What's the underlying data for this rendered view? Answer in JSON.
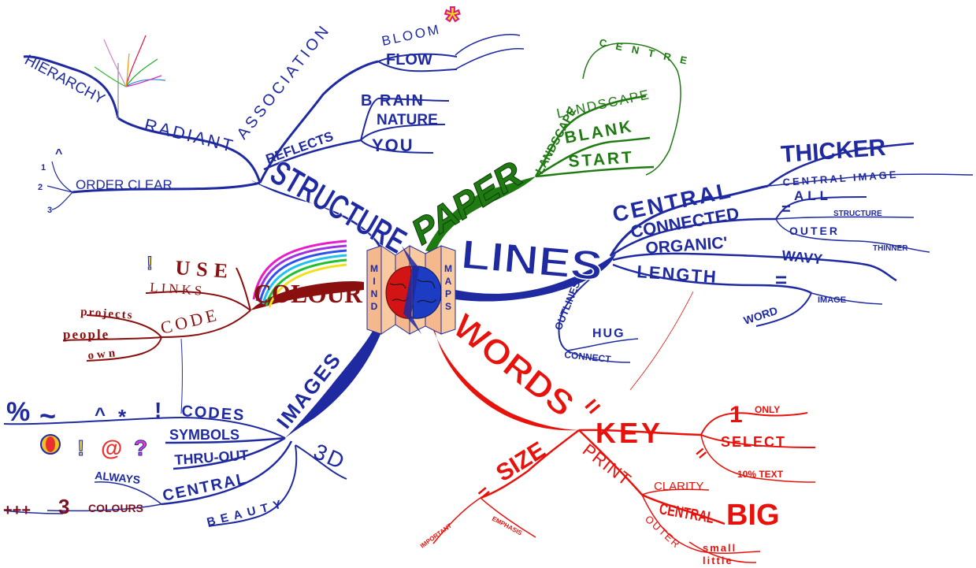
{
  "colors": {
    "structure": "#1f2aa0",
    "paper": "#1f7a12",
    "lines": "#1f2aa0",
    "words": "#e8120c",
    "images": "#1f2aa0",
    "colour": "#8a1010",
    "center_orange": "#f4b88c",
    "brain_red": "#d21414",
    "brain_blue": "#1c3cc4"
  },
  "center": {
    "left_label": "MIND",
    "right_label": "MAPS"
  },
  "structure": {
    "title": "STRUCTURE",
    "association": "ASSOCIATION",
    "bloom": "BLOOM",
    "flow": "FLOW",
    "reflects": "REFLECTS",
    "brain": "B RAIN",
    "nature": "NATURE",
    "you": "YOU",
    "radiant": "RADIANT",
    "hierarchy": "HIERARCHY",
    "order_clear": "ORDER CLEAR",
    "num1": "1",
    "num2": "2",
    "num3": "3"
  },
  "paper": {
    "title": "PAPER",
    "landscape_vertical": "LANDSCAPE",
    "landscape": "LANDSCAPE",
    "blank": "BLANK",
    "start": "START",
    "centre": "CENTRE"
  },
  "lines": {
    "title": "LINES",
    "central": "CENTRAL",
    "thicker": "THICKER",
    "central_image": "CENTRAL IMAGE",
    "connected": "CONNECTED",
    "all": "ALL",
    "structure": "STRUCTURE",
    "outer": "OUTER",
    "thinner": "THINNER",
    "organic": "ORGANIC'",
    "wavy": "WAVY",
    "length": "LENGTH",
    "equals": "=",
    "word": "WORD",
    "image": "IMAGE",
    "outlines": "OUTLINES",
    "hug": "HUG",
    "connect": "CONNECT"
  },
  "words": {
    "title": "WORDS",
    "key": "KEY",
    "one": "1",
    "only": "ONLY",
    "select": "SELECT",
    "ten_text": "10% TEXT",
    "print": "PRINT",
    "clarity": "CLARITY",
    "central": "CENTRAL",
    "big": "BIG",
    "outer": "OUTER",
    "small": "small",
    "little": "little",
    "size": "SIZE",
    "important": "IMPORTANT",
    "emphasis": "EMPHASIS"
  },
  "images": {
    "title": "IMAGES",
    "three_d": "3D",
    "codes": "CODES",
    "symbols": "SYMBOLS",
    "thru_out": "THRU-OUT",
    "central": "CENTRAL",
    "beauty": "BEAUTY",
    "always": "ALWAYS",
    "three": "3",
    "colours": "COLOURS",
    "plus": "+++",
    "percent": "%",
    "tilde": "~",
    "caret": "^",
    "star": "*",
    "bang": "!",
    "at": "@",
    "question": "?"
  },
  "colour": {
    "title": "COLOUR",
    "use": "USE",
    "links": "LINKS",
    "code": "CODE",
    "projects": "projects",
    "people": "people",
    "own": "own",
    "bang": "!"
  }
}
